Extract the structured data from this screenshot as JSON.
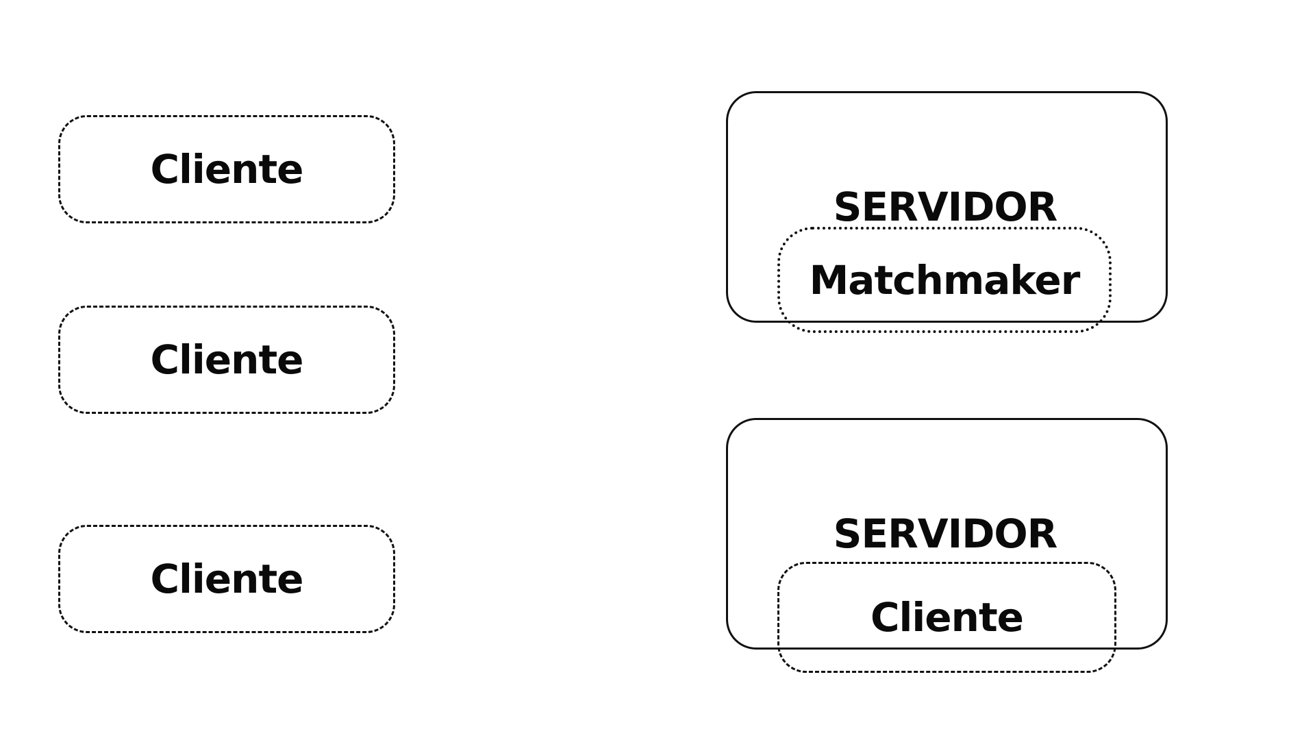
{
  "clients_left": [
    {
      "label": "Cliente"
    },
    {
      "label": "Cliente"
    },
    {
      "label": "Cliente"
    }
  ],
  "servers": [
    {
      "title": "SERVIDOR",
      "inner_label": "Matchmaker",
      "inner_style": "dotted"
    },
    {
      "title": "SERVIDOR",
      "inner_label": "Cliente",
      "inner_style": "dashed"
    }
  ],
  "colors": {
    "stroke": "#111111",
    "text": "#0a0a0a",
    "background": "#ffffff"
  }
}
